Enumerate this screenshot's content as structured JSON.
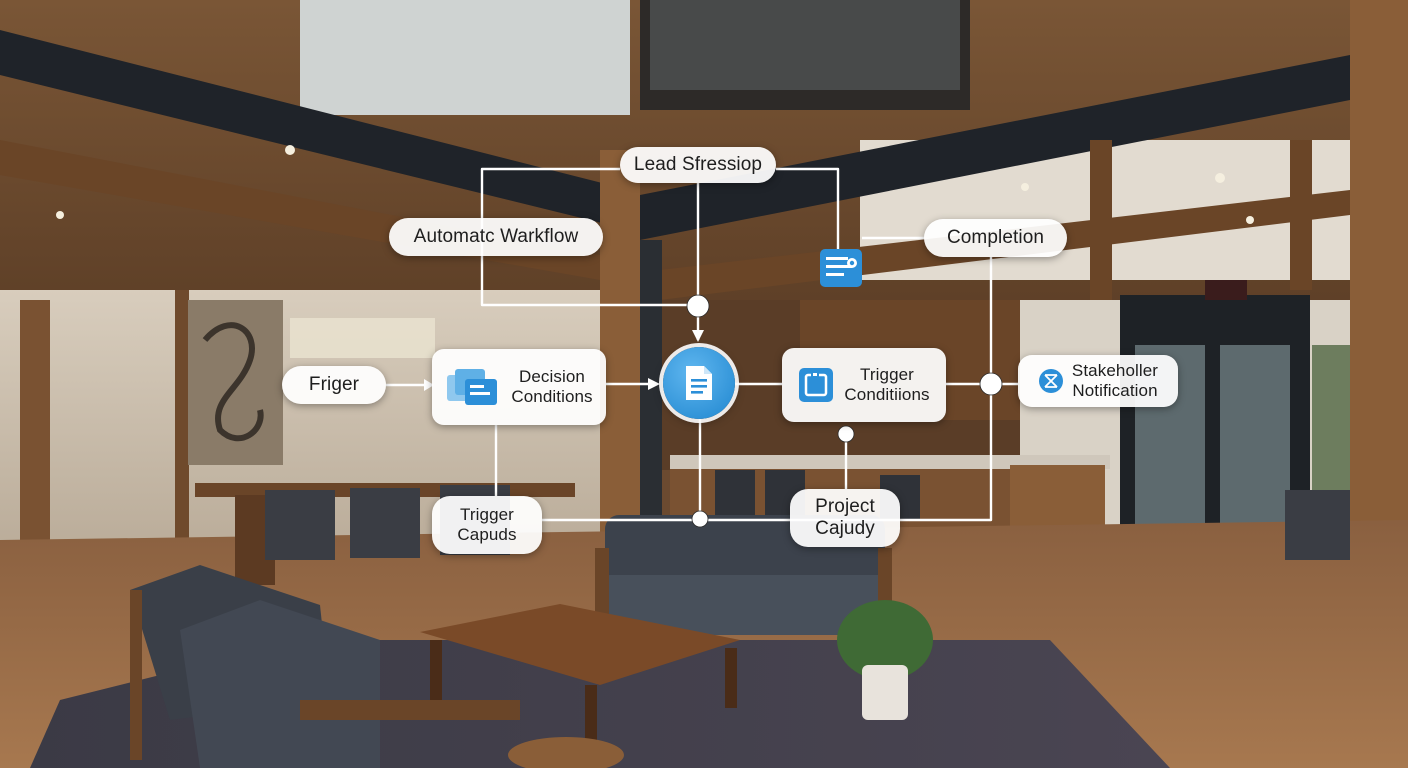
{
  "nodes": {
    "lead": "Lead Sfressiop",
    "automatic_workflow": "Automatc Warkflow",
    "completion": "Completion",
    "friger": "Friger",
    "decision_conditions": "Decision\nConditions",
    "trigger_conditions": "Trigger\nConditiions",
    "stakeholder_notification": "Stakeholler\nNotification",
    "trigger_capuds": "Trigger\nCapuds",
    "project_cajudy": "Project\nCajudy"
  },
  "colors": {
    "line": "#ffffff",
    "icon_blue": "#2c8fd8",
    "node_bg": "#ffffff"
  },
  "icons": {
    "hub": "document-icon",
    "decision": "stacked-cards-icon",
    "trigger": "frame-icon",
    "stakeholder": "network-icon",
    "flag": "checklist-icon"
  }
}
